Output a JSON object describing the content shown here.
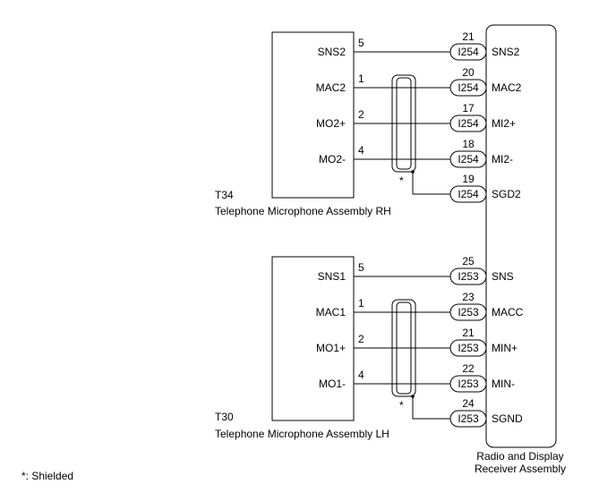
{
  "shield_note": "*: Shielded",
  "receiver": {
    "name_line1": "Radio and Display",
    "name_line2": "Receiver Assembly"
  },
  "groups": [
    {
      "code": "T34",
      "name": "Telephone Microphone Assembly RH",
      "connector": "I254",
      "shield_mark": "*",
      "pins": [
        {
          "label": "SNS2",
          "pin": "5",
          "rpin": "21",
          "rlabel": "SNS2",
          "shielded": false
        },
        {
          "label": "MAC2",
          "pin": "1",
          "rpin": "20",
          "rlabel": "MAC2",
          "shielded": true
        },
        {
          "label": "MO2+",
          "pin": "2",
          "rpin": "17",
          "rlabel": "MI2+",
          "shielded": true
        },
        {
          "label": "MO2-",
          "pin": "4",
          "rpin": "18",
          "rlabel": "MI2-",
          "shielded": true
        }
      ],
      "ground": {
        "rpin": "19",
        "rlabel": "SGD2"
      }
    },
    {
      "code": "T30",
      "name": "Telephone Microphone Assembly LH",
      "connector": "I253",
      "shield_mark": "*",
      "pins": [
        {
          "label": "SNS1",
          "pin": "5",
          "rpin": "25",
          "rlabel": "SNS",
          "shielded": false
        },
        {
          "label": "MAC1",
          "pin": "1",
          "rpin": "23",
          "rlabel": "MACC",
          "shielded": true
        },
        {
          "label": "MO1+",
          "pin": "2",
          "rpin": "21",
          "rlabel": "MIN+",
          "shielded": true
        },
        {
          "label": "MO1-",
          "pin": "4",
          "rpin": "22",
          "rlabel": "MIN-",
          "shielded": true
        }
      ],
      "ground": {
        "rpin": "24",
        "rlabel": "SGND"
      }
    }
  ]
}
